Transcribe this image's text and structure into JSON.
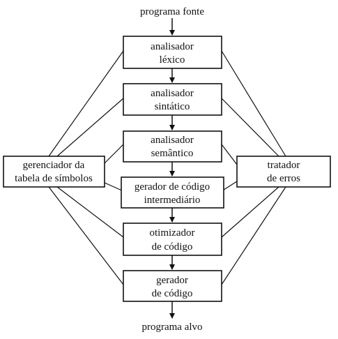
{
  "diagram": {
    "input": "programa fonte",
    "output": "programa alvo",
    "stages": [
      {
        "line1": "analisador",
        "line2": "léxico"
      },
      {
        "line1": "analisador",
        "line2": "sintático"
      },
      {
        "line1": "analisador",
        "line2": "semântico"
      },
      {
        "line1": "gerador de código",
        "line2": "intermediário"
      },
      {
        "line1": "otimizador",
        "line2": "de código"
      },
      {
        "line1": "gerador",
        "line2": "de código"
      }
    ],
    "symbol_table": {
      "line1": "gerenciador da",
      "line2": "tabela de símbolos"
    },
    "error_handler": {
      "line1": "tratador",
      "line2": "de erros"
    },
    "colors": {
      "stroke": "#111111",
      "background": "#ffffff"
    }
  }
}
